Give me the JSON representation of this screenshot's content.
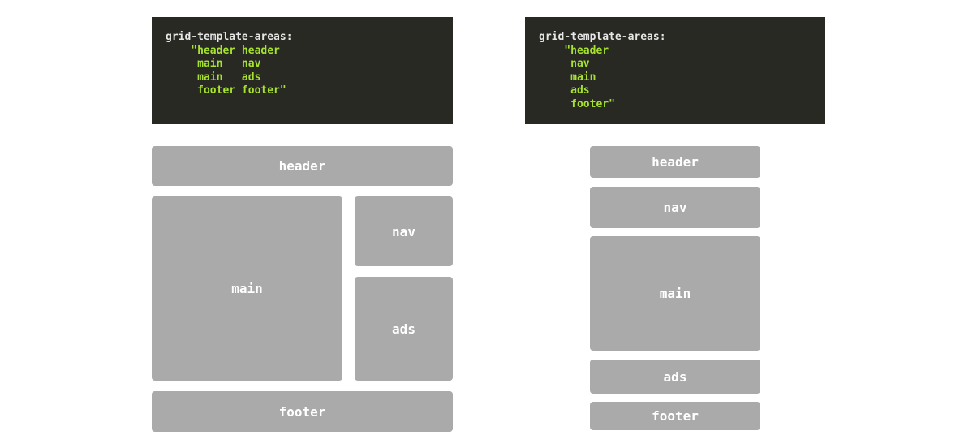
{
  "left": {
    "code": {
      "property": "grid-template-areas:",
      "lines": [
        "    \"header header",
        "     main   nav",
        "     main   ads",
        "     footer footer\""
      ]
    },
    "areas": {
      "header": "header",
      "main": "main",
      "nav": "nav",
      "ads": "ads",
      "footer": "footer"
    }
  },
  "right": {
    "code": {
      "property": "grid-template-areas:",
      "lines": [
        "    \"header",
        "     nav",
        "     main",
        "     ads",
        "     footer\""
      ]
    },
    "areas": {
      "header": "header",
      "nav": "nav",
      "main": "main",
      "ads": "ads",
      "footer": "footer"
    }
  }
}
